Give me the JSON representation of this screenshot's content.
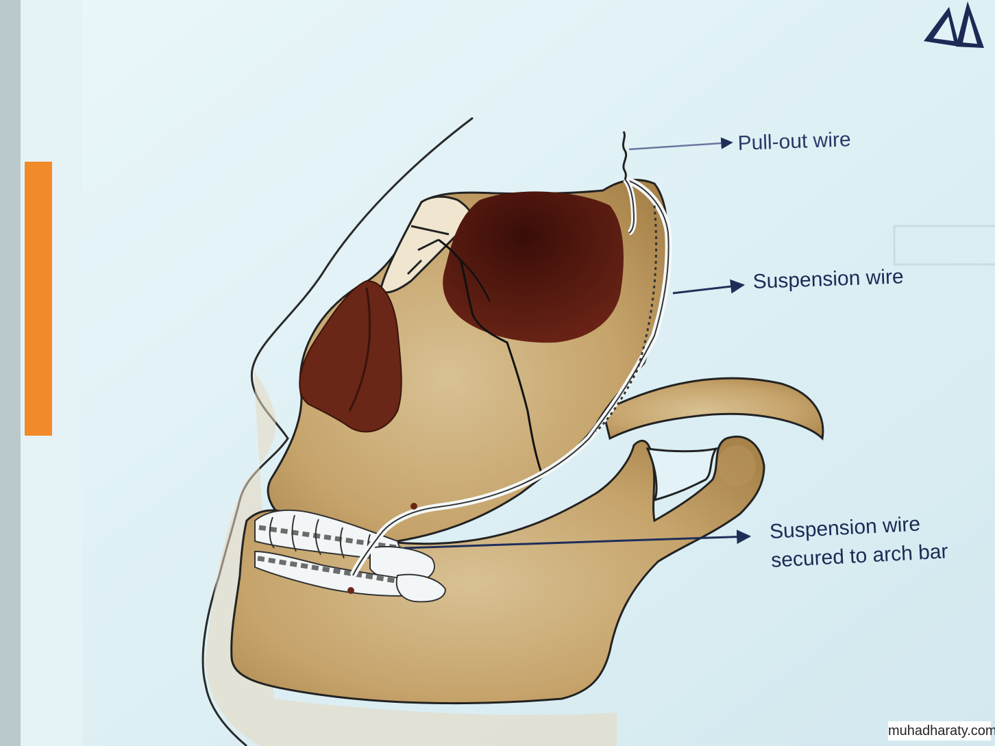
{
  "labels": {
    "pull_out_wire": "Pull-out wire",
    "suspension_wire": "Suspension wire",
    "arch_bar_line1": "Suspension wire",
    "arch_bar_line2": "secured to arch bar"
  },
  "watermark": "muhadharaty.com",
  "colors": {
    "page": "#e2f2f6",
    "bone": "#c9ac78",
    "bone_shadow": "#a8834a",
    "orbit": "#5a1b12",
    "nasal_cavity": "#6a2616",
    "teeth": "#f2f6f7",
    "arrow": "#1f2e58",
    "tab": "#f08a2a"
  }
}
